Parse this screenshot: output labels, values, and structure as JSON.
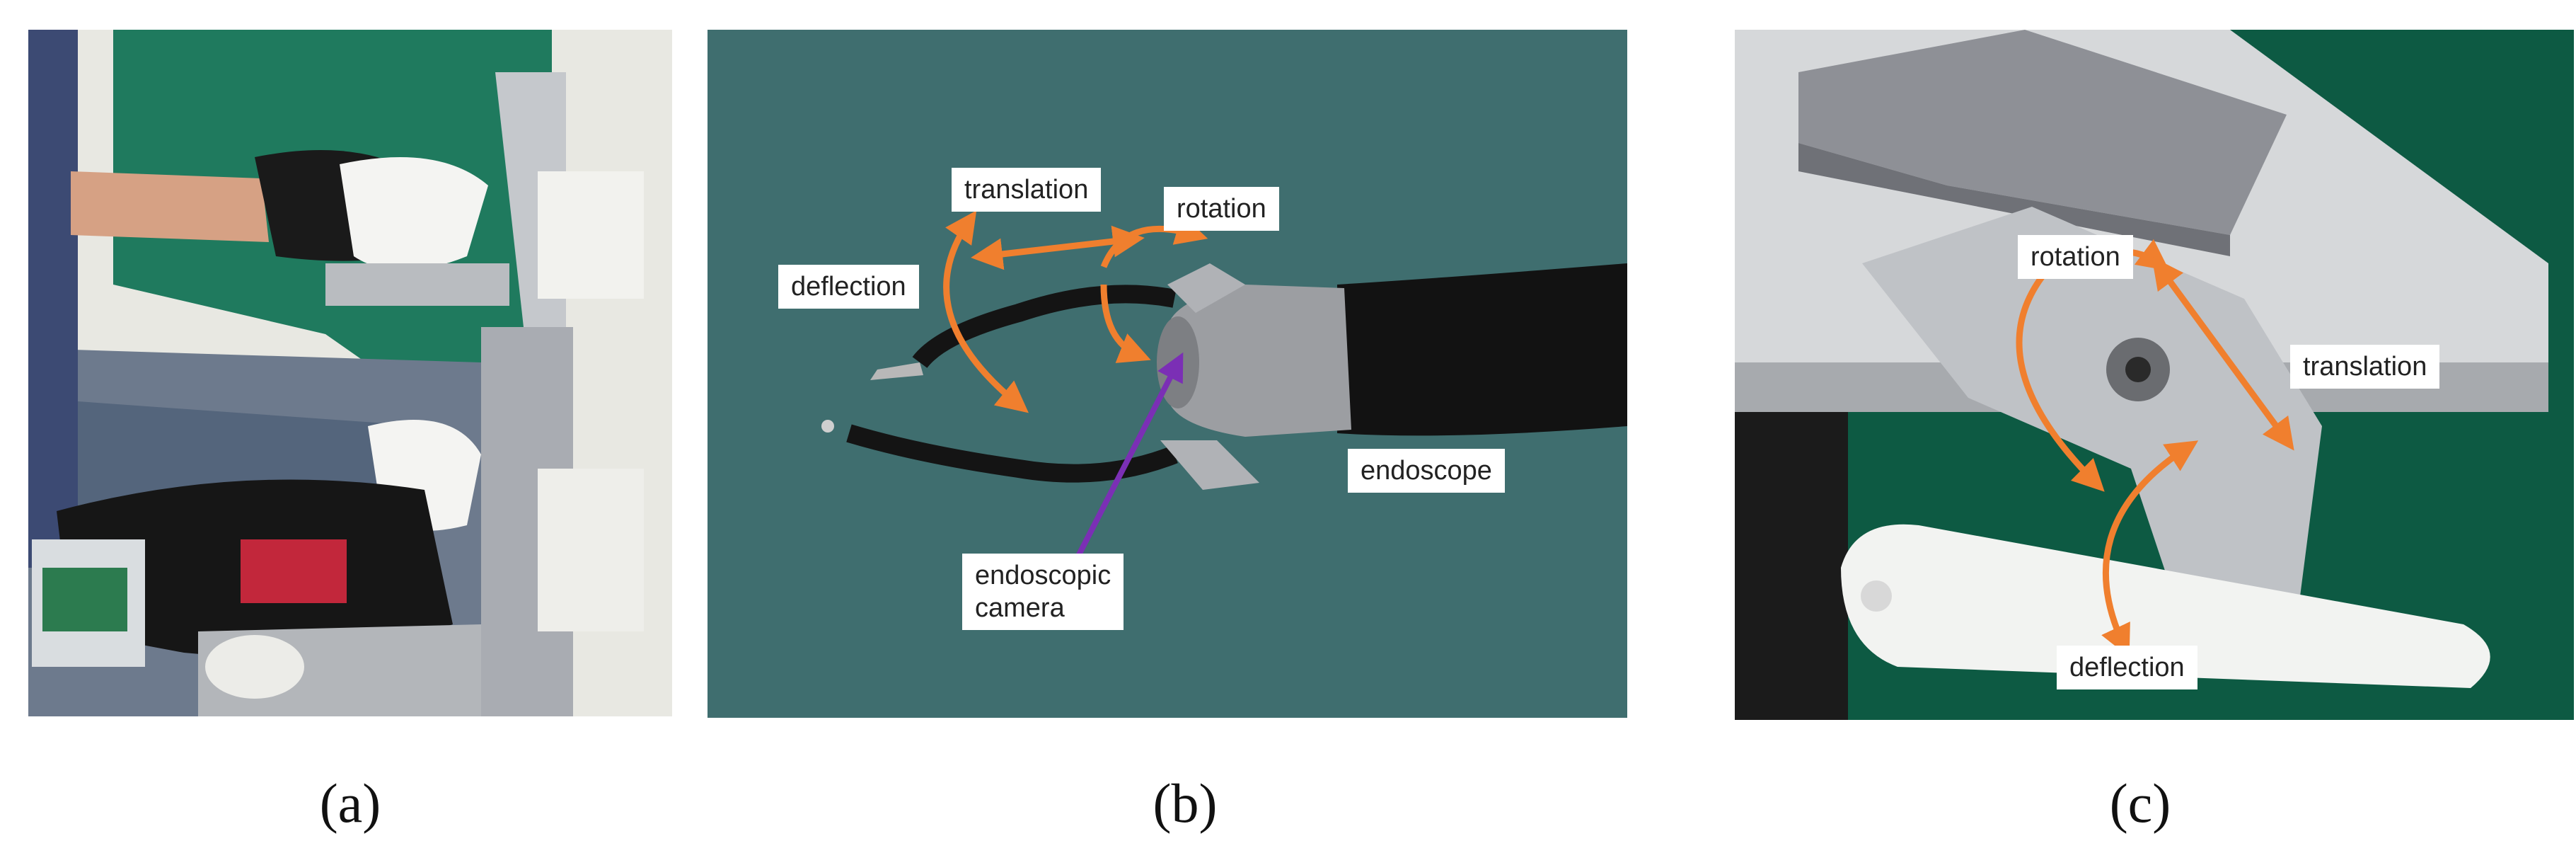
{
  "panels": [
    {
      "caption": "(a)"
    },
    {
      "caption": "(b)",
      "labels": {
        "translation": "translation",
        "rotation": "rotation",
        "deflection": "deflection",
        "endoscope": "endoscope",
        "camera_line1": "endoscopic",
        "camera_line2": "camera"
      }
    },
    {
      "caption": "(c)",
      "labels": {
        "rotation": "rotation",
        "translation": "translation",
        "deflection": "deflection"
      }
    }
  ],
  "colors": {
    "arrow": "#f07f2e",
    "camera_arrow": "#7b2fb5",
    "panel_b_background": "#3f6e6f",
    "panel_c_background": "#0d5a43"
  }
}
